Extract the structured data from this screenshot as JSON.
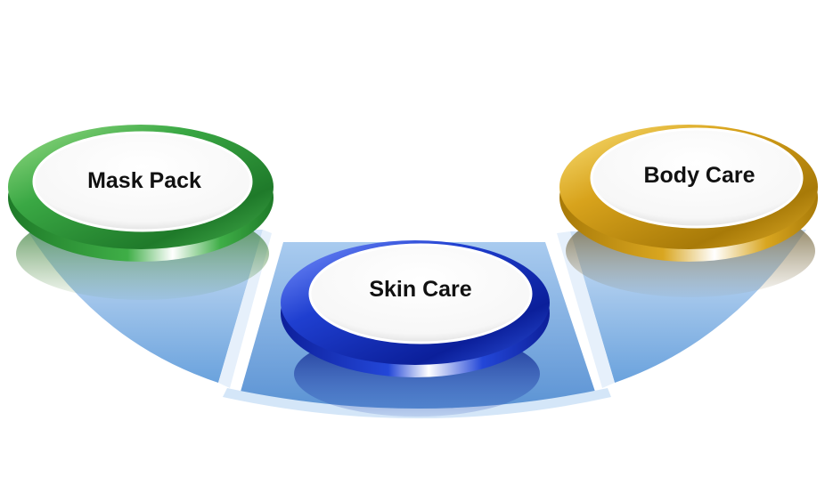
{
  "nodes": [
    {
      "id": "mask-pack",
      "label": "Mask Pack",
      "color": "#2e9a3c",
      "light": "#8fd66d",
      "dark": "#186b22"
    },
    {
      "id": "skin-care",
      "label": "Skin Care",
      "color": "#1d3fc4",
      "light": "#6f8cff",
      "dark": "#0d1f80"
    },
    {
      "id": "body-care",
      "label": "Body Care",
      "color": "#d4a017",
      "light": "#f8dc6a",
      "dark": "#9a6e08"
    }
  ],
  "band_color": "#79aee3"
}
